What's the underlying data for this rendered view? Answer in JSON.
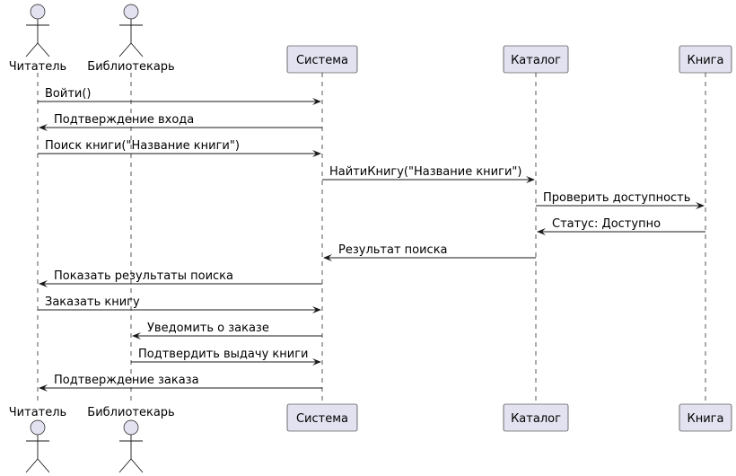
{
  "participants": [
    {
      "id": "reader",
      "label": "Читатель",
      "kind": "actor"
    },
    {
      "id": "librarian",
      "label": "Библиотекарь",
      "kind": "actor"
    },
    {
      "id": "system",
      "label": "Система",
      "kind": "participant"
    },
    {
      "id": "catalog",
      "label": "Каталог",
      "kind": "participant"
    },
    {
      "id": "book",
      "label": "Книга",
      "kind": "participant"
    }
  ],
  "messages": [
    {
      "from": "reader",
      "to": "system",
      "text": "Войти()"
    },
    {
      "from": "system",
      "to": "reader",
      "text": "Подтверждение входа"
    },
    {
      "from": "reader",
      "to": "system",
      "text": "Поиск книги(\"Название книги\")"
    },
    {
      "from": "system",
      "to": "catalog",
      "text": "НайтиКнигу(\"Название книги\")"
    },
    {
      "from": "catalog",
      "to": "book",
      "text": "Проверить доступность"
    },
    {
      "from": "book",
      "to": "catalog",
      "text": "Статус: Доступно"
    },
    {
      "from": "catalog",
      "to": "system",
      "text": "Результат поиска"
    },
    {
      "from": "system",
      "to": "reader",
      "text": "Показать результаты поиска"
    },
    {
      "from": "reader",
      "to": "system",
      "text": "Заказать книгу"
    },
    {
      "from": "system",
      "to": "librarian",
      "text": "Уведомить о заказе"
    },
    {
      "from": "librarian",
      "to": "system",
      "text": "Подтвердить выдачу книги"
    },
    {
      "from": "system",
      "to": "reader",
      "text": "Подтверждение заказа"
    }
  ]
}
